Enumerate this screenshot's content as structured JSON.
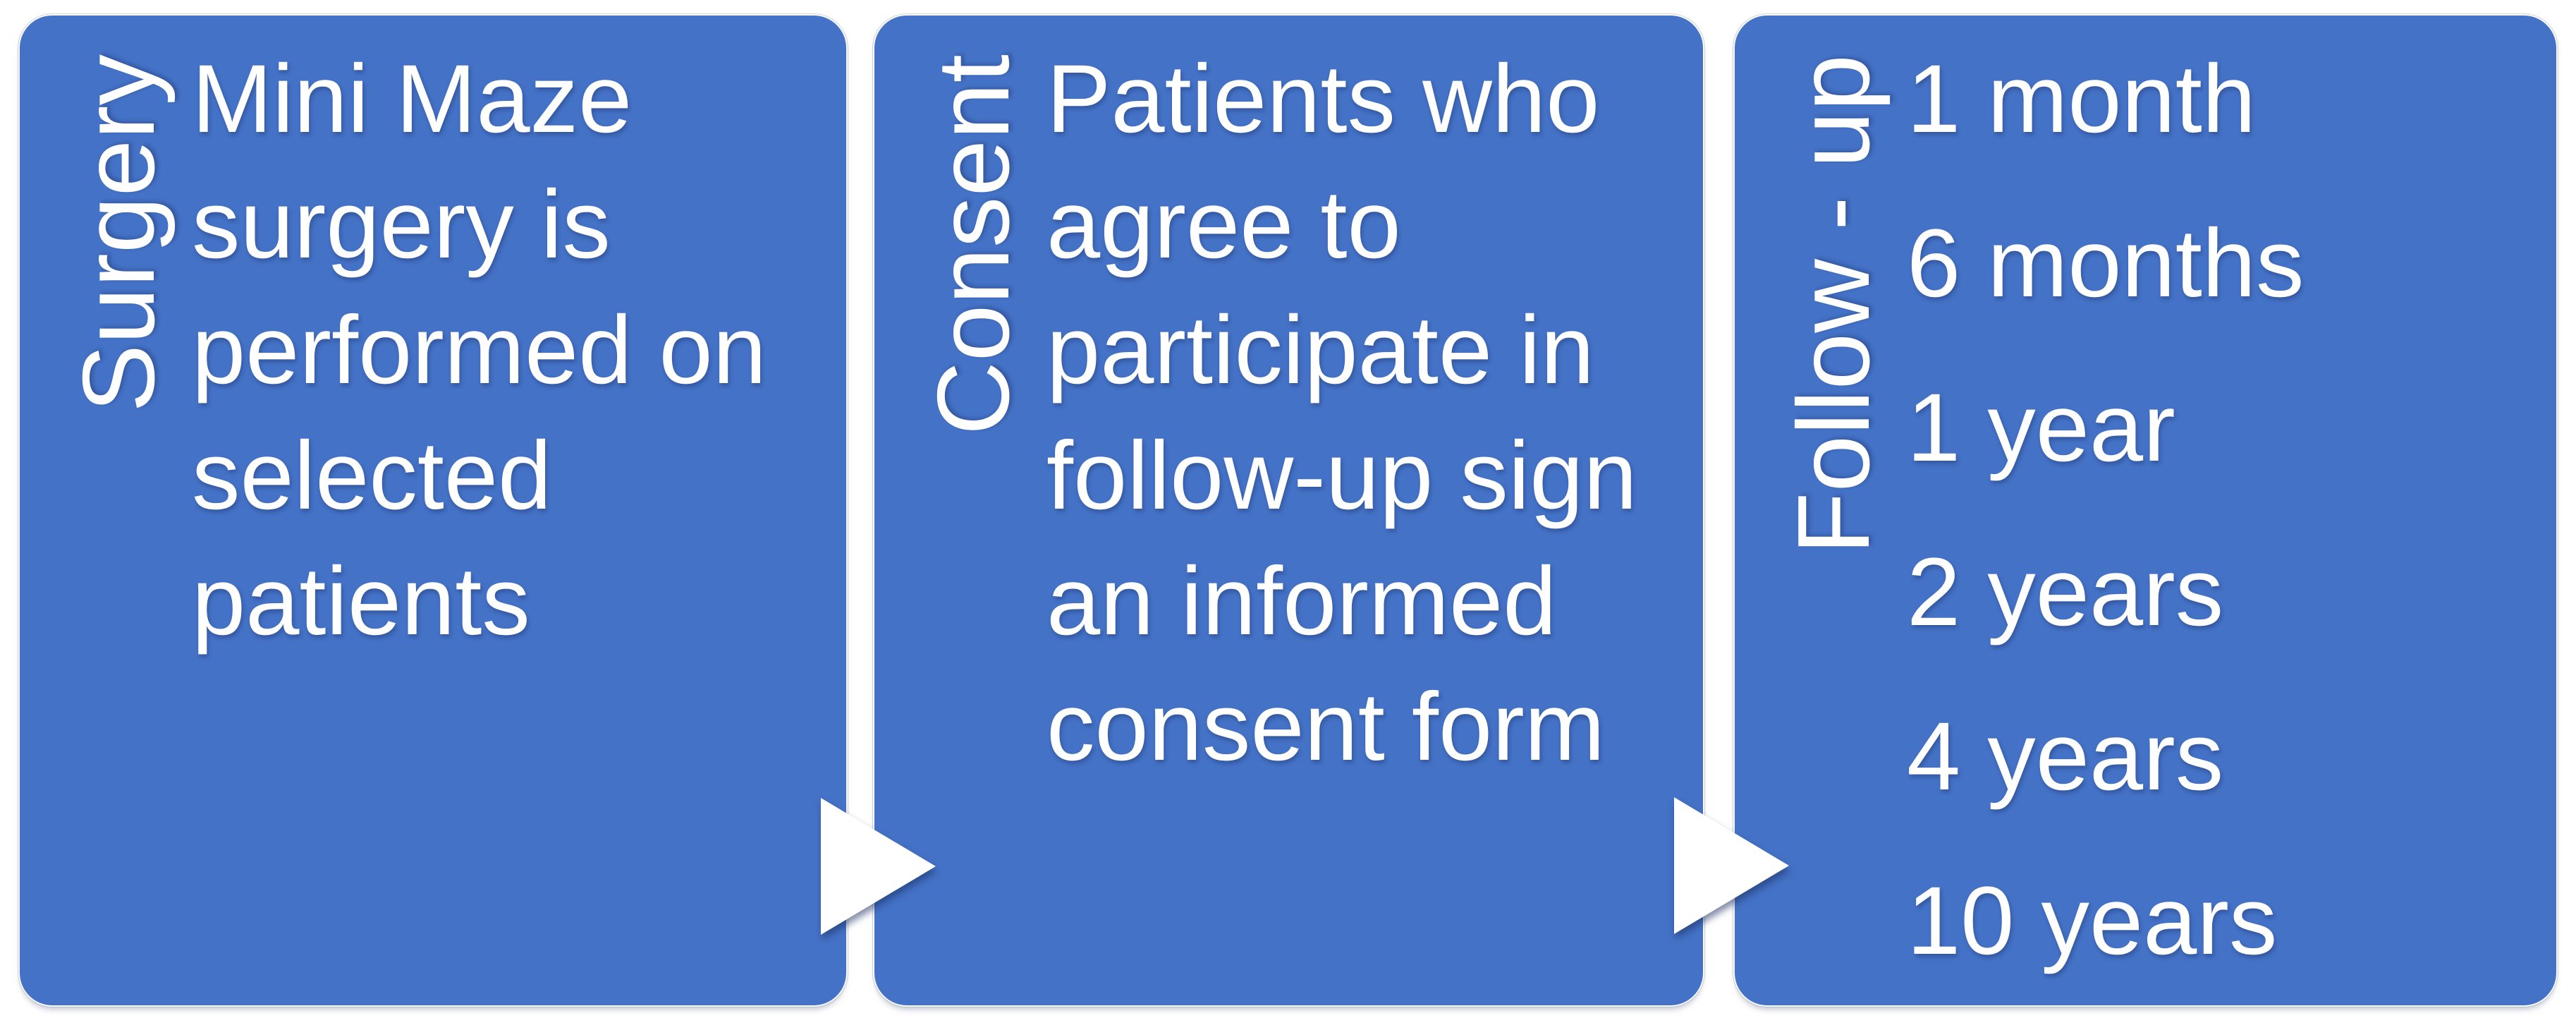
{
  "diagram": {
    "type": "process-flow",
    "background_color": "#ffffff",
    "box_color": "#4472c6",
    "text_color": "#ffffff",
    "arrow_color": "#ffffff",
    "steps": [
      {
        "label": "Surgery",
        "lines": [
          "Mini Maze",
          "surgery is",
          "performed on",
          "selected",
          "patients"
        ]
      },
      {
        "label": "Consent",
        "lines": [
          "Patients who",
          "agree to",
          "participate in",
          "follow-up sign",
          "an informed",
          "consent form"
        ]
      },
      {
        "label": "Follow - up",
        "lines": [
          "1 month",
          "6 months",
          "1 year",
          "2 years",
          "4 years",
          "10 years"
        ]
      }
    ]
  }
}
